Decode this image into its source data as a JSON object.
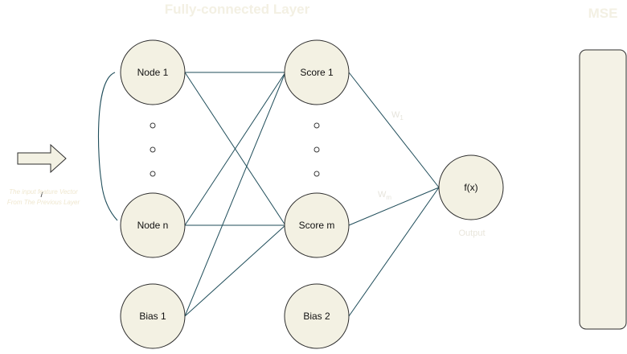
{
  "titles": {
    "layer": "Fully-connected Layer",
    "loss": "MSE"
  },
  "input_note": {
    "line1": "The input feature Vector",
    "line2": "From The Previous Layer"
  },
  "nodes": {
    "node_1": "Node 1",
    "node_n": "Node n",
    "bias_1": "Bias 1",
    "score_1": "Score 1",
    "score_m": "Score m",
    "bias_2": "Bias 2",
    "fx": "f(x)"
  },
  "weights": {
    "w1_main": "W",
    "w1_sub": "1",
    "wm_main": "W",
    "wm_sub": "m"
  },
  "output_label": "Output",
  "colors": {
    "node_fill": "#f3f1e3",
    "node_stroke": "#2e2e2e",
    "edge": "#1f4d5a",
    "arrow_fill": "#f3f1e3",
    "panel_fill": "#f4f2e6",
    "title": "#f3f0e3"
  }
}
